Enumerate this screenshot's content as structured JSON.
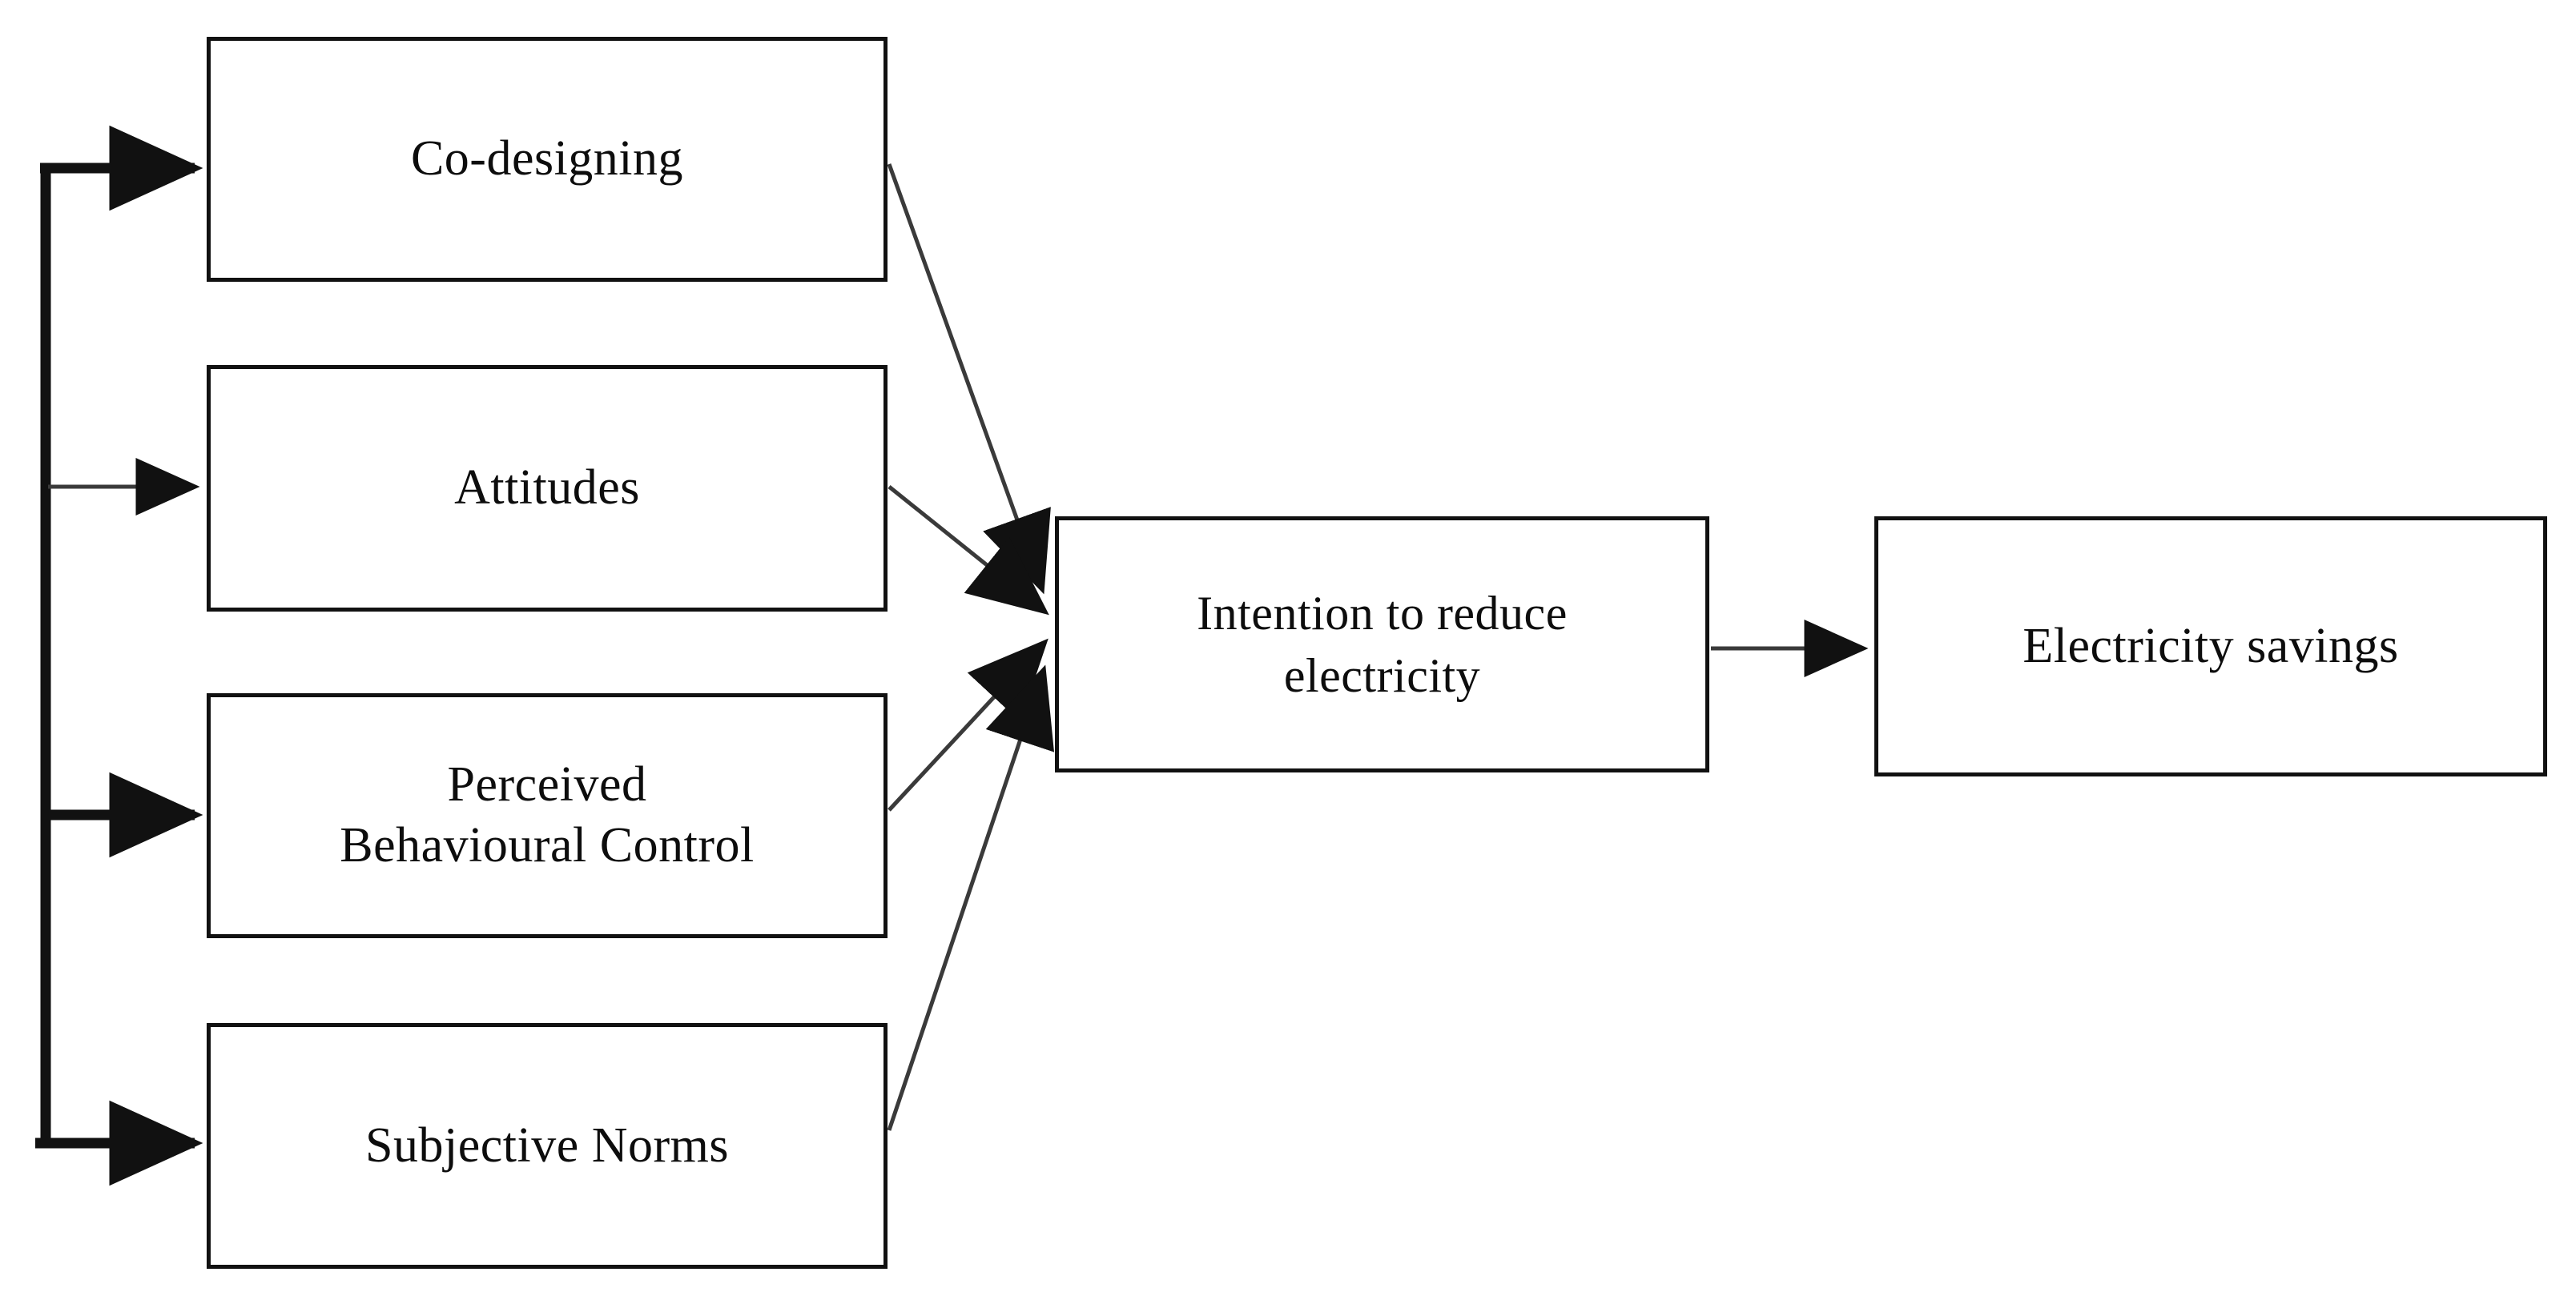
{
  "diagram": {
    "title": "Conceptual research model: co-designing, TPB constructs, intention to reduce electricity and electricity savings",
    "background_color": "#ffffff",
    "line_color": "#111111",
    "text_color": "#0d0d0d"
  },
  "nodes": {
    "co_designing": {
      "label": "Co-designing"
    },
    "attitudes": {
      "label": "Attitudes"
    },
    "perceived_behavioural_control": {
      "label": "Perceived\nBehavioural Control"
    },
    "subjective_norms": {
      "label": "Subjective  Norms"
    },
    "intention": {
      "label": "Intention  to  reduce\nelectricity"
    },
    "electricity_savings": {
      "label": "Electricity  savings"
    }
  },
  "edges": [
    {
      "id": "bracket-to-co-designing",
      "from": "left-bracket",
      "to": "co_designing",
      "style": "thick",
      "arrowhead": "solid"
    },
    {
      "id": "bracket-to-attitudes",
      "from": "left-bracket",
      "to": "attitudes",
      "style": "thin",
      "arrowhead": "solid"
    },
    {
      "id": "bracket-to-pbc",
      "from": "left-bracket",
      "to": "perceived_behavioural_control",
      "style": "thick",
      "arrowhead": "solid"
    },
    {
      "id": "bracket-to-subjective-norms",
      "from": "left-bracket",
      "to": "subjective_norms",
      "style": "thick",
      "arrowhead": "solid"
    },
    {
      "id": "co-designing-to-intention",
      "from": "co_designing",
      "to": "intention",
      "style": "thin",
      "arrowhead": "solid"
    },
    {
      "id": "attitudes-to-intention",
      "from": "attitudes",
      "to": "intention",
      "style": "thin",
      "arrowhead": "solid"
    },
    {
      "id": "pbc-to-intention",
      "from": "perceived_behavioural_control",
      "to": "intention",
      "style": "thin",
      "arrowhead": "solid"
    },
    {
      "id": "subjective-norms-to-intention",
      "from": "subjective_norms",
      "to": "intention",
      "style": "thin",
      "arrowhead": "solid"
    },
    {
      "id": "intention-to-savings",
      "from": "intention",
      "to": "electricity_savings",
      "style": "thin",
      "arrowhead": "solid"
    }
  ]
}
